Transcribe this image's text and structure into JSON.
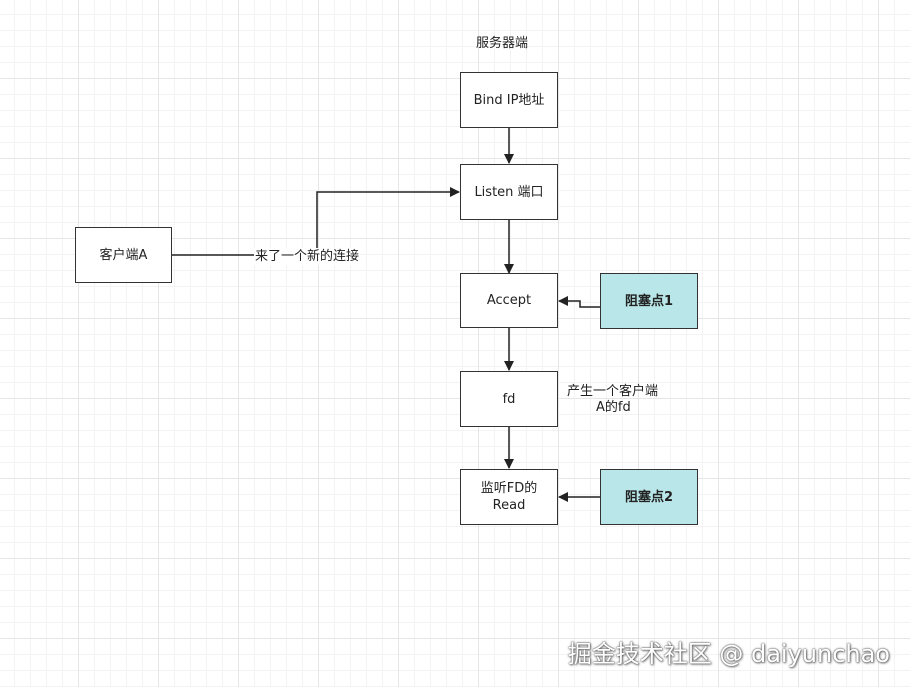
{
  "diagram": {
    "server_title": "服务器端",
    "nodes": {
      "bind": "Bind IP地址",
      "listen": "Listen 端口",
      "accept": "Accept",
      "fd": "fd",
      "read_line1": "监听FD的",
      "read_line2": "Read",
      "client": "客户端A",
      "block1": "阻塞点1",
      "block2": "阻塞点2"
    },
    "edge_labels": {
      "new_connection": "来了一个新的连接",
      "fd_note_line1": "产生一个客户端",
      "fd_note_line2": "A的fd"
    },
    "colors": {
      "block_fill": "#b9e6e8",
      "stroke": "#333333"
    }
  },
  "watermark": "掘金技术社区 @ daiyunchao"
}
